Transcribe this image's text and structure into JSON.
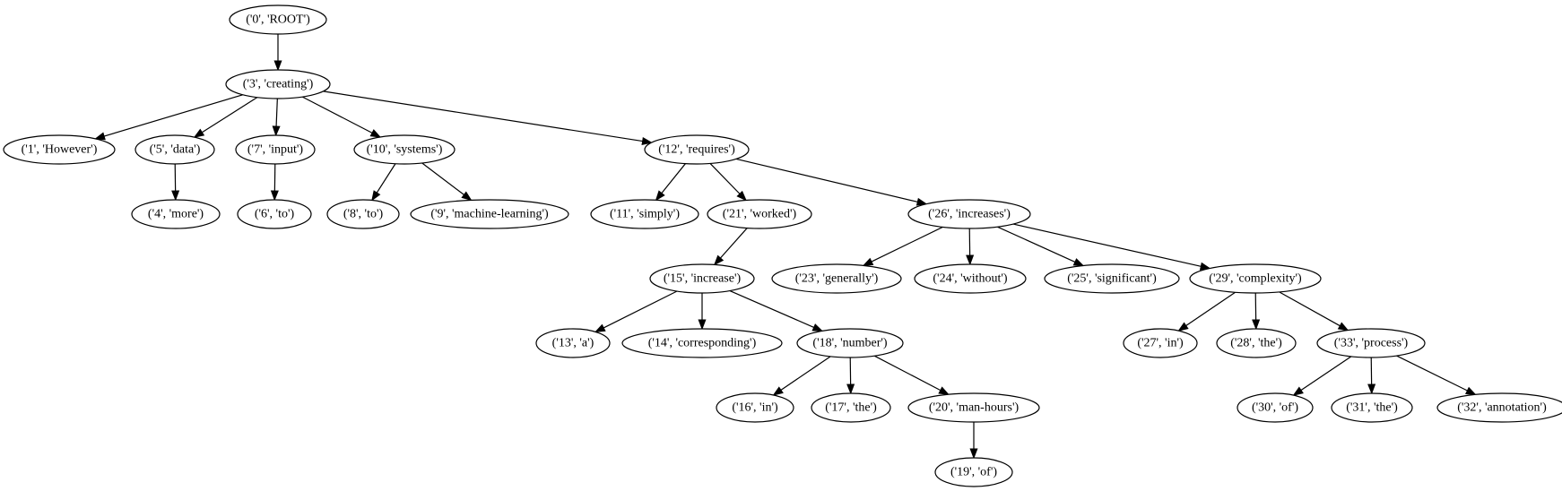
{
  "nodes": [
    {
      "id": "0",
      "label": "('0', 'ROOT')"
    },
    {
      "id": "3",
      "label": "('3', 'creating')"
    },
    {
      "id": "1",
      "label": "('1', 'However')"
    },
    {
      "id": "5",
      "label": "('5', 'data')"
    },
    {
      "id": "7",
      "label": "('7', 'input')"
    },
    {
      "id": "10",
      "label": "('10', 'systems')"
    },
    {
      "id": "12",
      "label": "('12', 'requires')"
    },
    {
      "id": "4",
      "label": "('4', 'more')"
    },
    {
      "id": "6",
      "label": "('6', 'to')"
    },
    {
      "id": "8",
      "label": "('8', 'to')"
    },
    {
      "id": "9",
      "label": "('9', 'machine-learning')"
    },
    {
      "id": "11",
      "label": "('11', 'simply')"
    },
    {
      "id": "21",
      "label": "('21', 'worked')"
    },
    {
      "id": "26",
      "label": "('26', 'increases')"
    },
    {
      "id": "15",
      "label": "('15', 'increase')"
    },
    {
      "id": "23",
      "label": "('23', 'generally')"
    },
    {
      "id": "24",
      "label": "('24', 'without')"
    },
    {
      "id": "25",
      "label": "('25', 'significant')"
    },
    {
      "id": "29",
      "label": "('29', 'complexity')"
    },
    {
      "id": "13",
      "label": "('13', 'a')"
    },
    {
      "id": "14",
      "label": "('14', 'corresponding')"
    },
    {
      "id": "18",
      "label": "('18', 'number')"
    },
    {
      "id": "27",
      "label": "('27', 'in')"
    },
    {
      "id": "28",
      "label": "('28', 'the')"
    },
    {
      "id": "33",
      "label": "('33', 'process')"
    },
    {
      "id": "16",
      "label": "('16', 'in')"
    },
    {
      "id": "17",
      "label": "('17', 'the')"
    },
    {
      "id": "20",
      "label": "('20', 'man-hours')"
    },
    {
      "id": "30",
      "label": "('30', 'of')"
    },
    {
      "id": "31",
      "label": "('31', 'the')"
    },
    {
      "id": "32",
      "label": "('32', 'annotation')"
    },
    {
      "id": "19",
      "label": "('19', 'of')"
    }
  ],
  "edges": [
    [
      "0",
      "3"
    ],
    [
      "3",
      "1"
    ],
    [
      "3",
      "5"
    ],
    [
      "3",
      "7"
    ],
    [
      "3",
      "10"
    ],
    [
      "3",
      "12"
    ],
    [
      "5",
      "4"
    ],
    [
      "7",
      "6"
    ],
    [
      "10",
      "8"
    ],
    [
      "10",
      "9"
    ],
    [
      "12",
      "11"
    ],
    [
      "12",
      "21"
    ],
    [
      "12",
      "26"
    ],
    [
      "21",
      "15"
    ],
    [
      "26",
      "23"
    ],
    [
      "26",
      "24"
    ],
    [
      "26",
      "25"
    ],
    [
      "26",
      "29"
    ],
    [
      "15",
      "13"
    ],
    [
      "15",
      "14"
    ],
    [
      "15",
      "18"
    ],
    [
      "29",
      "27"
    ],
    [
      "29",
      "28"
    ],
    [
      "29",
      "33"
    ],
    [
      "18",
      "16"
    ],
    [
      "18",
      "17"
    ],
    [
      "18",
      "20"
    ],
    [
      "33",
      "30"
    ],
    [
      "33",
      "31"
    ],
    [
      "33",
      "32"
    ],
    [
      "20",
      "19"
    ]
  ]
}
